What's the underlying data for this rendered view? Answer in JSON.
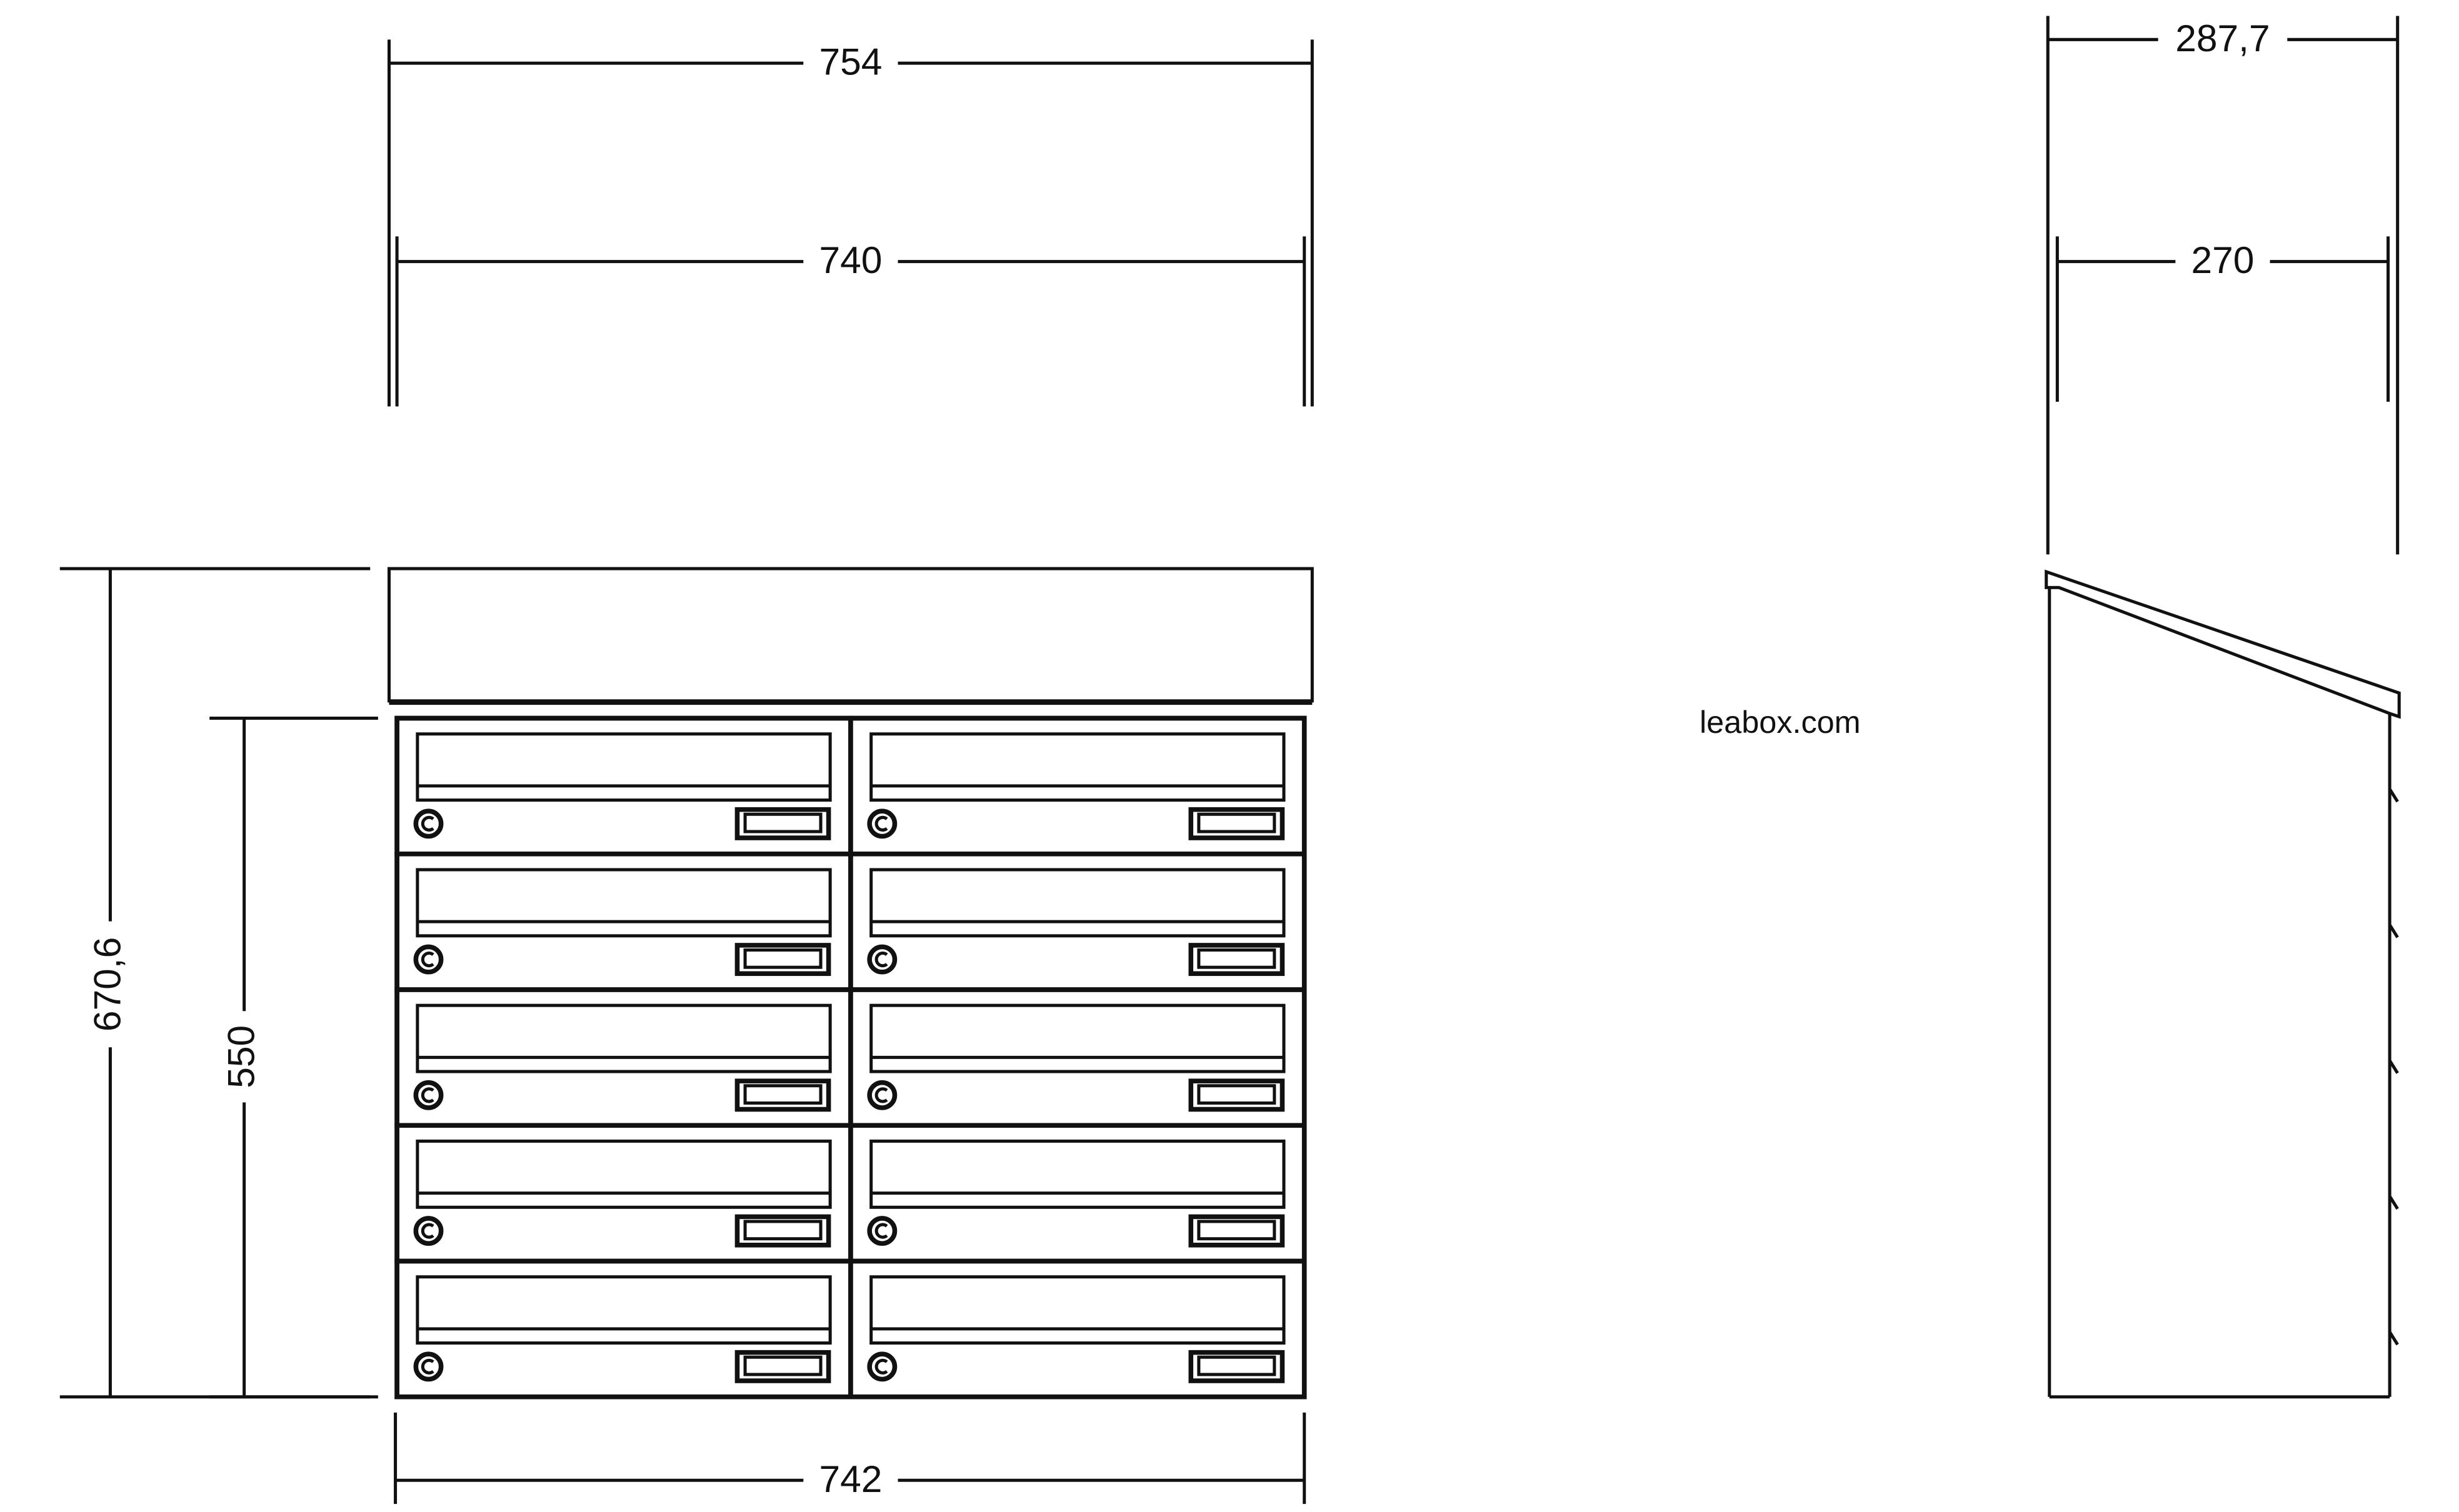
{
  "drawing": {
    "brand": "leabox.com",
    "front_view": {
      "dim_overall_width": "754",
      "dim_inner_width": "740",
      "dim_bottom_width": "742",
      "dim_total_height": "670,6",
      "dim_box_height": "550",
      "rows": 5,
      "columns": 2
    },
    "side_view": {
      "dim_overall_depth": "287,7",
      "dim_inner_depth": "270"
    }
  }
}
